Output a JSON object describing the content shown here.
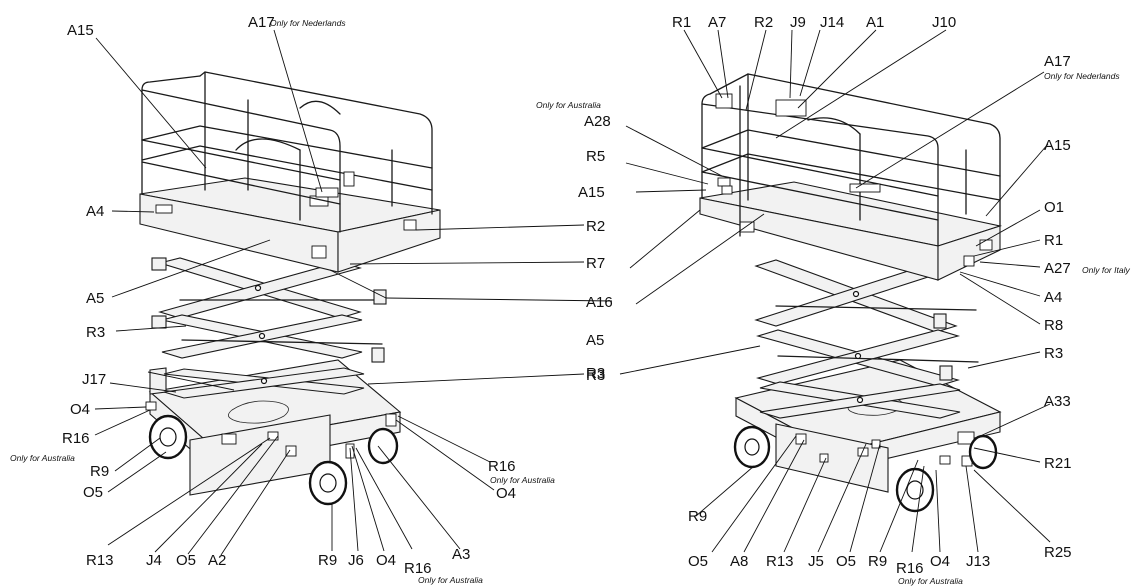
{
  "left_machine": {
    "labels": [
      "A15",
      "A17",
      "A4",
      "A5",
      "R3",
      "J17",
      "O4",
      "R16",
      "R9",
      "O5",
      "R13",
      "J4",
      "O5",
      "A2",
      "R9",
      "J6",
      "O4",
      "R16",
      "A3",
      "O4",
      "R16",
      "A16",
      "R7",
      "R2",
      "R3"
    ],
    "notes": [
      "Only for Nederlands",
      "Only for Australia",
      "Only for Australia",
      "Only for Australia"
    ]
  },
  "right_machine": {
    "labels": [
      "R1",
      "A7",
      "R2",
      "J9",
      "J14",
      "A1",
      "J10",
      "A17",
      "A28",
      "R5",
      "A15",
      "A15",
      "O1",
      "R1",
      "A27",
      "A4",
      "R8",
      "A5",
      "R3",
      "R3",
      "A33",
      "R21",
      "R25",
      "J13",
      "O4",
      "R16",
      "R9",
      "O5",
      "J5",
      "R13",
      "A8",
      "O5",
      "R9"
    ],
    "notes": [
      "Only for Nederlands",
      "Only for Australia",
      "Only for Italy",
      "Only for Australia"
    ]
  },
  "icons": [
    "scissor-lift-left-view",
    "scissor-lift-right-view"
  ]
}
